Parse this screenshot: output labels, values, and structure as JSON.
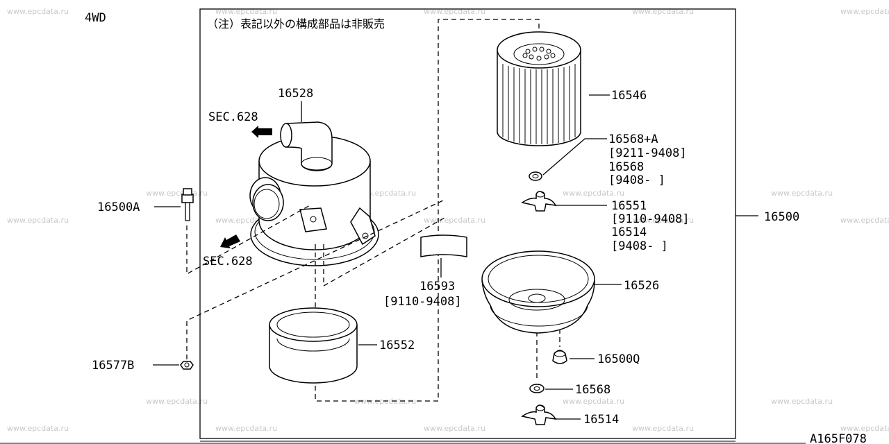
{
  "header": {
    "variant": "4WD",
    "note": "（注）表記以外の構成部品は非販売",
    "drawing_code": "A165F078"
  },
  "watermark": "www.epcdata.ru",
  "sections": [
    {
      "key": "sec_top",
      "label": "SEC.628"
    },
    {
      "key": "sec_bottom",
      "label": "SEC.628"
    }
  ],
  "labels": [
    {
      "key": "p16528",
      "text": "16528"
    },
    {
      "key": "p16546",
      "text": "16546"
    },
    {
      "key": "p16568a",
      "text": "16568+A"
    },
    {
      "key": "p16568a_range",
      "text": "[9211-9408]"
    },
    {
      "key": "p16568",
      "text": "16568"
    },
    {
      "key": "p16568_range",
      "text": "[9408-    ]"
    },
    {
      "key": "p16500a",
      "text": "16500A"
    },
    {
      "key": "p16551",
      "text": "16551"
    },
    {
      "key": "p16551_range",
      "text": "[9110-9408]"
    },
    {
      "key": "p16514",
      "text": "16514"
    },
    {
      "key": "p16514_range",
      "text": "[9408-    ]"
    },
    {
      "key": "p16500",
      "text": "16500"
    },
    {
      "key": "p16593",
      "text": "16593"
    },
    {
      "key": "p16593_range",
      "text": "[9110-9408]"
    },
    {
      "key": "p16526",
      "text": "16526"
    },
    {
      "key": "p16552",
      "text": "16552"
    },
    {
      "key": "p16577b",
      "text": "16577B"
    },
    {
      "key": "p16500q",
      "text": "16500Q"
    },
    {
      "key": "p16568_b",
      "text": "16568"
    },
    {
      "key": "p16514_b",
      "text": "16514"
    }
  ]
}
